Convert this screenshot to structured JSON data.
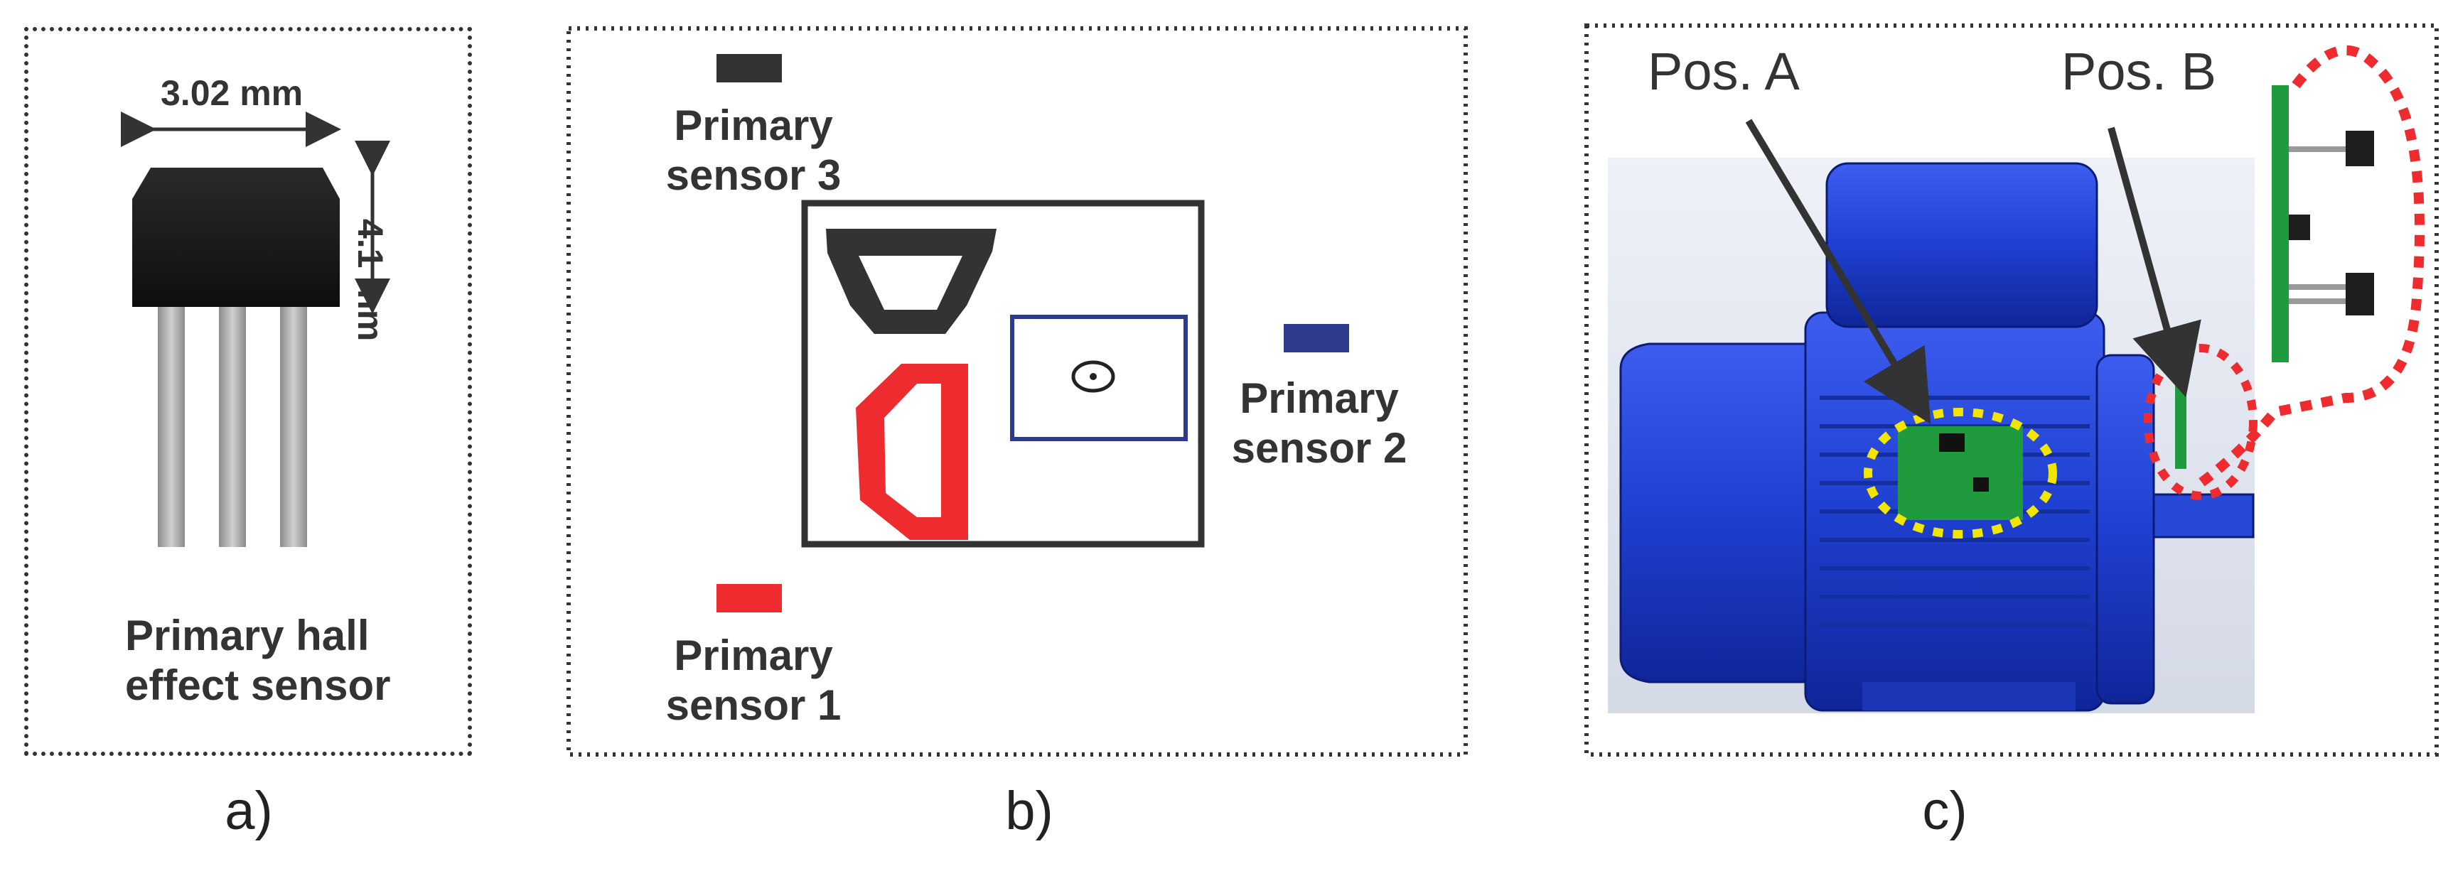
{
  "panel_a": {
    "width_label": "3.02 mm",
    "height_label": "4.1 mm",
    "title_line1": "Primary hall",
    "title_line2": "effect sensor",
    "caption": "a)"
  },
  "panel_b": {
    "sensor3_line1": "Primary",
    "sensor3_line2": "sensor 3",
    "sensor2_line1": "Primary",
    "sensor2_line2": "sensor 2",
    "sensor1_line1": "Primary",
    "sensor1_line2": "sensor 1",
    "caption": "b)"
  },
  "panel_c": {
    "pos_a": "Pos. A",
    "pos_b": "Pos. B",
    "caption": "c)"
  },
  "colors": {
    "sensor1": "#ee2b2f",
    "sensor2": "#2e3a8c",
    "sensor3": "#333333",
    "motor_blue": "#1f3fd0",
    "pcb_green": "#1f9a3c",
    "highlight_yellow": "#f2e600",
    "highlight_red": "#ee2b2f"
  }
}
